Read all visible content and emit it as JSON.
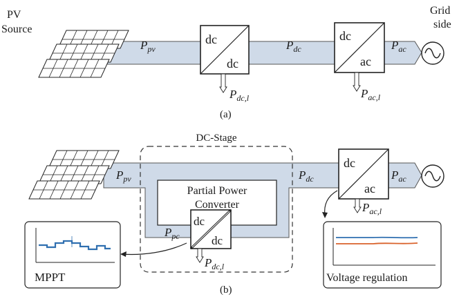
{
  "diagram_a": {
    "source_label_line1": "PV",
    "source_label_line2": "Source",
    "grid_label_line1": "Grid",
    "grid_label_line2": "side",
    "p_pv": "P",
    "p_pv_sub": "pv",
    "p_dc": "P",
    "p_dc_sub": "dc",
    "p_ac": "P",
    "p_ac_sub": "ac",
    "p_dcl": "P",
    "p_dcl_sub": "dc,l",
    "p_acl": "P",
    "p_acl_sub": "ac,l",
    "dcdc_top": "dc",
    "dcdc_bottom": "dc",
    "dcac_top": "dc",
    "dcac_bottom": "ac",
    "caption": "(a)"
  },
  "diagram_b": {
    "dc_stage_label": "DC-Stage",
    "ppc_label_line1": "Partial Power",
    "ppc_label_line2": "Converter",
    "p_pv": "P",
    "p_pv_sub": "pv",
    "p_pc": "P",
    "p_pc_sub": "pc",
    "p_dc": "P",
    "p_dc_sub": "dc",
    "p_ac": "P",
    "p_ac_sub": "ac",
    "p_acl": "P",
    "p_acl_sub": "ac,l",
    "p_dcl": "P",
    "p_dcl_sub": "dc,l",
    "dcdc_top": "dc",
    "dcdc_bottom": "dc",
    "dcac_top": "dc",
    "dcac_bottom": "ac",
    "mppt_label": "MPPT",
    "voltage_label": "Voltage regulation",
    "caption": "(b)"
  },
  "colors": {
    "flow_fill": "#cfdae8",
    "mppt_trace": "#2f6fb0",
    "voltage_trace_top": "#2f6fb0",
    "voltage_trace_bottom": "#d9622b"
  }
}
